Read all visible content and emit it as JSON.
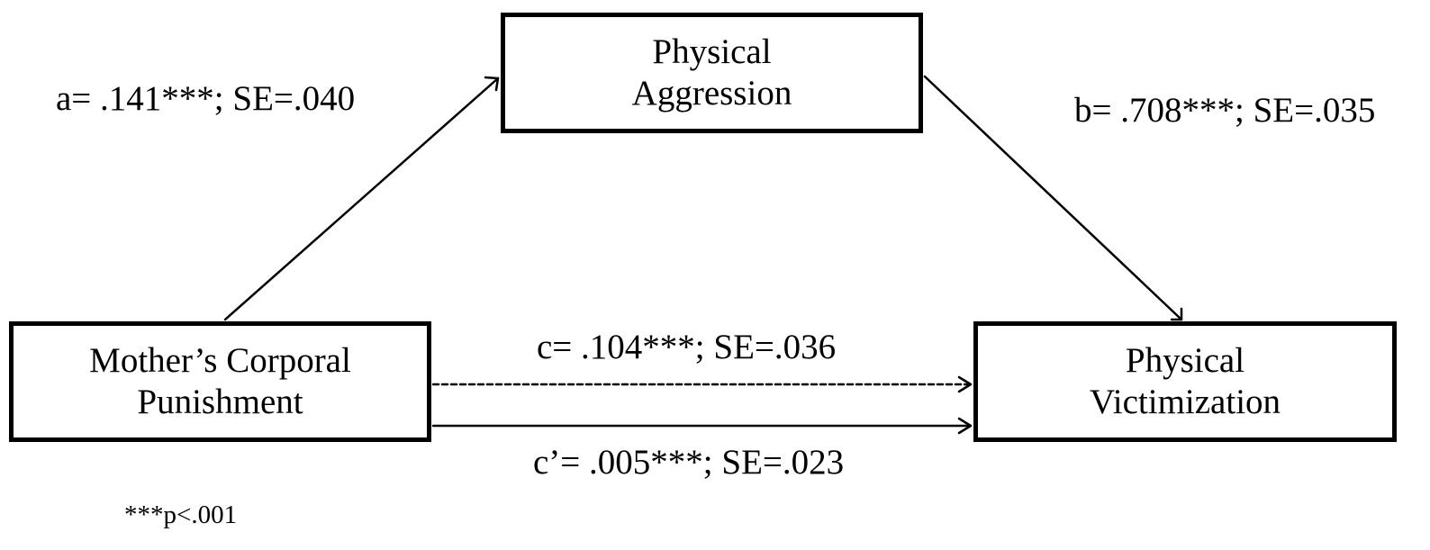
{
  "nodes": {
    "aggression": {
      "line1": "Physical",
      "line2": "Aggression"
    },
    "punishment": {
      "line1": "Mother’s Corporal",
      "line2": "Punishment"
    },
    "victimization": {
      "line1": "Physical",
      "line2": "Victimization"
    }
  },
  "paths": {
    "a": "a= .141***; SE=.040",
    "b": "b= .708***; SE=.035",
    "c": "c= .104***; SE=.036",
    "c_prime": "c’= .005***; SE=.023"
  },
  "note": "***p<.001"
}
